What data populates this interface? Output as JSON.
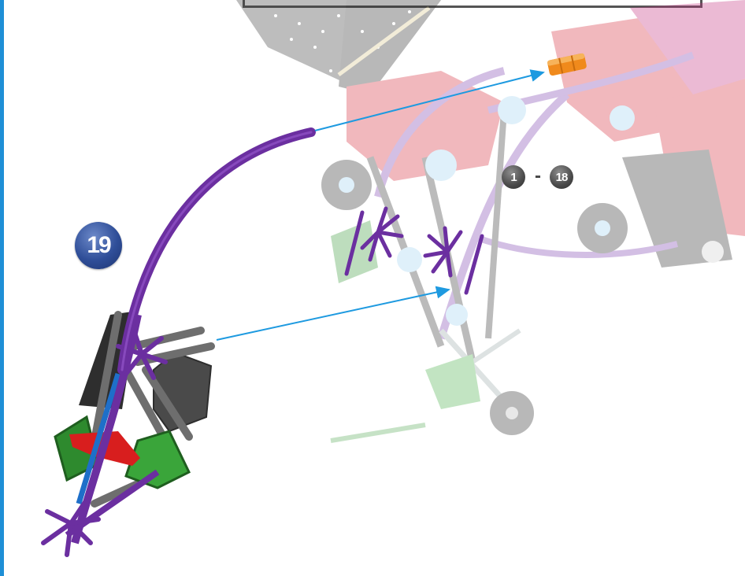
{
  "step": {
    "number": "19",
    "reference_start": "1",
    "reference_separator": "-",
    "reference_end": "18"
  },
  "colors": {
    "step_badge": "#2f4e98",
    "reference_badge": "#4a4a4a",
    "arrow": "#1e9ae0",
    "rod_purple": "#6b2fa0",
    "connector_orange": "#f08a1c",
    "page_edge": "#1e8fd6"
  }
}
